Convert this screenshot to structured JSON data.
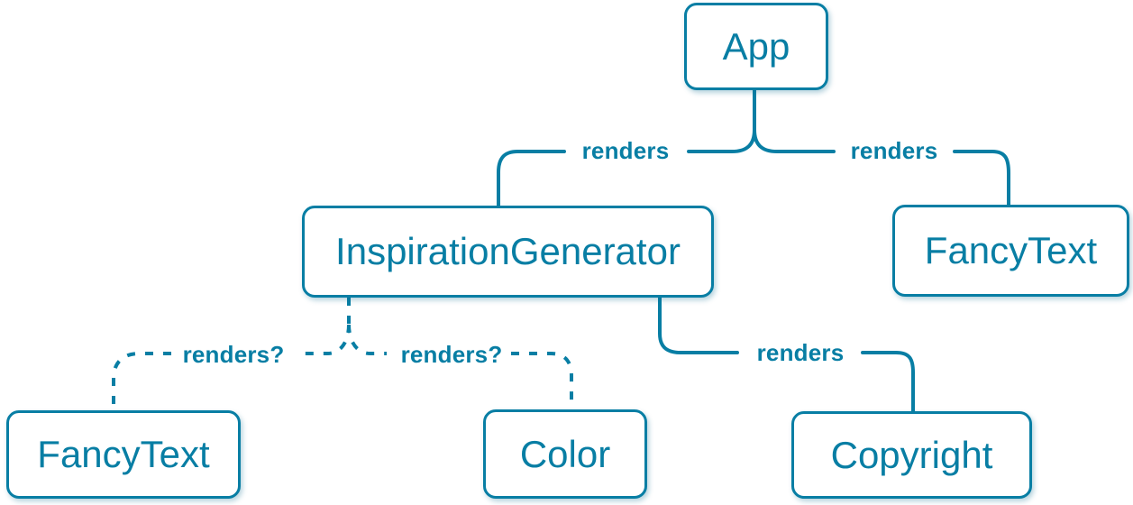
{
  "diagram": {
    "accent_color": "#087ea4",
    "node_fill": "#ffffff",
    "nodes": {
      "app": {
        "label": "App"
      },
      "inspiration_generator": {
        "label": "InspirationGenerator"
      },
      "fancy_text_top": {
        "label": "FancyText"
      },
      "fancy_text_bottom": {
        "label": "FancyText"
      },
      "color": {
        "label": "Color"
      },
      "copyright": {
        "label": "Copyright"
      }
    },
    "edges": {
      "app_to_inspiration": {
        "label": "renders",
        "style": "solid"
      },
      "app_to_fancytext": {
        "label": "renders",
        "style": "solid"
      },
      "inspiration_to_copyright": {
        "label": "renders",
        "style": "solid"
      },
      "inspiration_to_fancytext": {
        "label": "renders?",
        "style": "dashed"
      },
      "inspiration_to_color": {
        "label": "renders?",
        "style": "dashed"
      }
    }
  }
}
